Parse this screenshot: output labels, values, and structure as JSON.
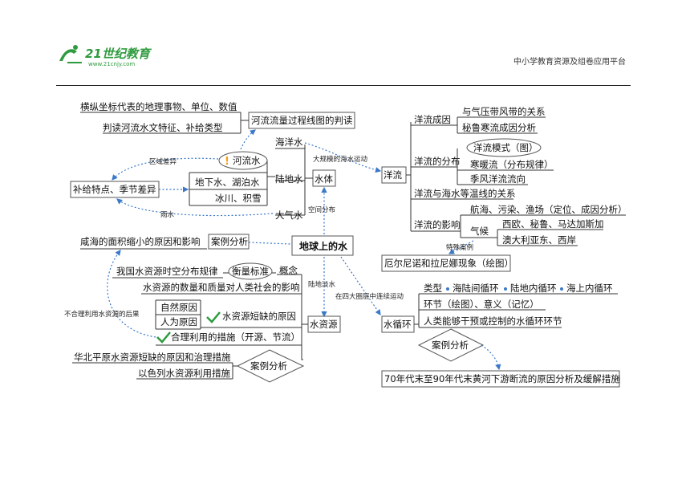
{
  "header": {
    "logo_text": "21世纪教育",
    "logo_url": "www.21cnjy.com",
    "platform": "中小学教育资源及组卷应用平台"
  },
  "colors": {
    "link": "#3a78c8",
    "check": "#2e9b3e",
    "alert": "#f39c12"
  },
  "center": "地球上的水",
  "water_body": {
    "label": "水体",
    "link_label": "空间分布",
    "ocean": "海洋水",
    "land": "陆地水",
    "air": "大气水",
    "river": "河流水",
    "groundwater_lake": "地下水、湖泊水",
    "glacier": "冰川、积雪",
    "supply": "补给特点、季节差异",
    "region_diff": "区域差异",
    "rain": "雨水",
    "chart_task": "河流流量过程线图的判读",
    "chart_note1": "横纵坐标代表的地理事物、单位、数值",
    "chart_note2": "判读河流水文特征、补给类型",
    "ocean_move": "大规模的海水运动"
  },
  "ocean_current": {
    "label": "洋流",
    "cause": "洋流成因",
    "cause_1": "与气压带风带的关系",
    "cause_2": "秘鲁寒流成因分析",
    "dist": "洋流的分布",
    "dist_1": "洋流模式（图）",
    "dist_2": "寒暖流（分布规律）",
    "dist_3": "季风洋流流向",
    "isotherm": "洋流与海水等温线的关系",
    "impact": "洋流的影响",
    "impact_1": "航海、污染、渔场（定位、成因分析）",
    "climate": "气候",
    "climate_1": "西欧、秘鲁、马达加斯加",
    "climate_2": "澳大利亚东、西岸",
    "special_case": "特殊案例",
    "enso": "厄尔尼诺和拉尼娜现象（绘图）"
  },
  "water_cycle": {
    "label": "水循环",
    "link_label": "在四大圈层中连续运动",
    "types_label": "类型",
    "type_1": "海陆间循环",
    "type_2": "陆地内循环",
    "type_3": "海上内循环",
    "links": "环节（绘图）、意义（记忆）",
    "human": "人类能够干预或控制的水循环环节",
    "case": "案例分析",
    "case_1": "70年代末至90年代末黄河下游断流的原因分析及缓解措施"
  },
  "water_resource": {
    "label": "水资源",
    "link_label": "陆地淡水",
    "concept": "概念",
    "measure": "衡量标准",
    "distribution": "我国水资源时空分布规律",
    "impact": "水资源的数量和质量对人类社会的影响",
    "natural": "自然原因",
    "human": "人为原因",
    "shortage": "水资源短缺的原因",
    "measures": "合理利用的措施（开源、节流）",
    "case": "案例分析",
    "case_1": "华北平原水资源短缺的原因和治理措施",
    "case_2": "以色列水资源利用措施",
    "unreasonable": "不合理利用水资源的后果",
    "shrink": "咸海的面积缩小的原因和影响",
    "shrink_case": "案例分析"
  }
}
